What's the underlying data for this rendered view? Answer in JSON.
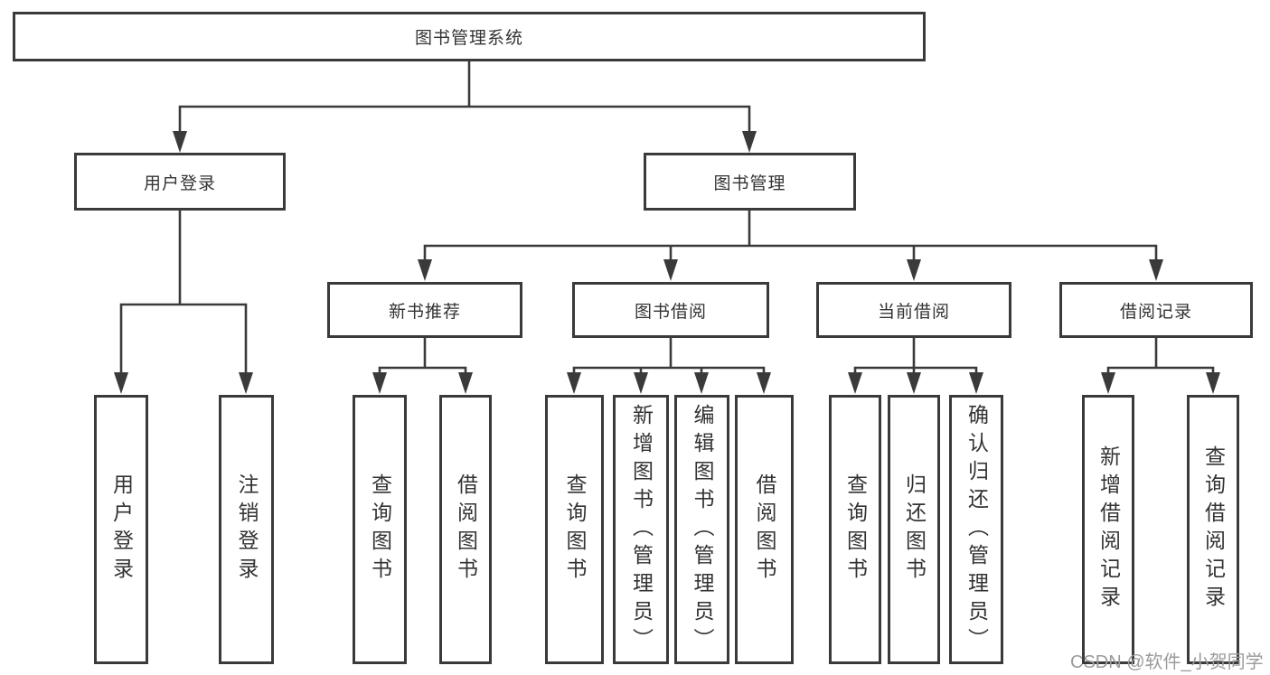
{
  "diagram_title": "图书管理系统",
  "tree": {
    "label": "图书管理系统",
    "children": [
      {
        "label": "用户登录",
        "children": [
          {
            "label": "用户登录"
          },
          {
            "label": "注销登录"
          }
        ]
      },
      {
        "label": "图书管理",
        "children": [
          {
            "label": "新书推荐",
            "children": [
              {
                "label": "查询图书"
              },
              {
                "label": "借阅图书"
              }
            ]
          },
          {
            "label": "图书借阅",
            "children": [
              {
                "label": "查询图书"
              },
              {
                "label": "新增图书（管理员）"
              },
              {
                "label": "编辑图书（管理员）"
              },
              {
                "label": "借阅图书"
              }
            ]
          },
          {
            "label": "当前借阅",
            "children": [
              {
                "label": "查询图书"
              },
              {
                "label": "归还图书"
              },
              {
                "label": "确认归还（管理员）"
              }
            ]
          },
          {
            "label": "借阅记录",
            "children": [
              {
                "label": "新增借阅记录"
              },
              {
                "label": "查询借阅记录"
              }
            ]
          }
        ]
      }
    ]
  },
  "watermark": "CSDN @软件_小贺同学",
  "colors": {
    "line": "#3a3a3a",
    "box_border": "#3a3a3a",
    "text": "#333333",
    "watermark": "#9b9b9b",
    "background": "#ffffff"
  }
}
